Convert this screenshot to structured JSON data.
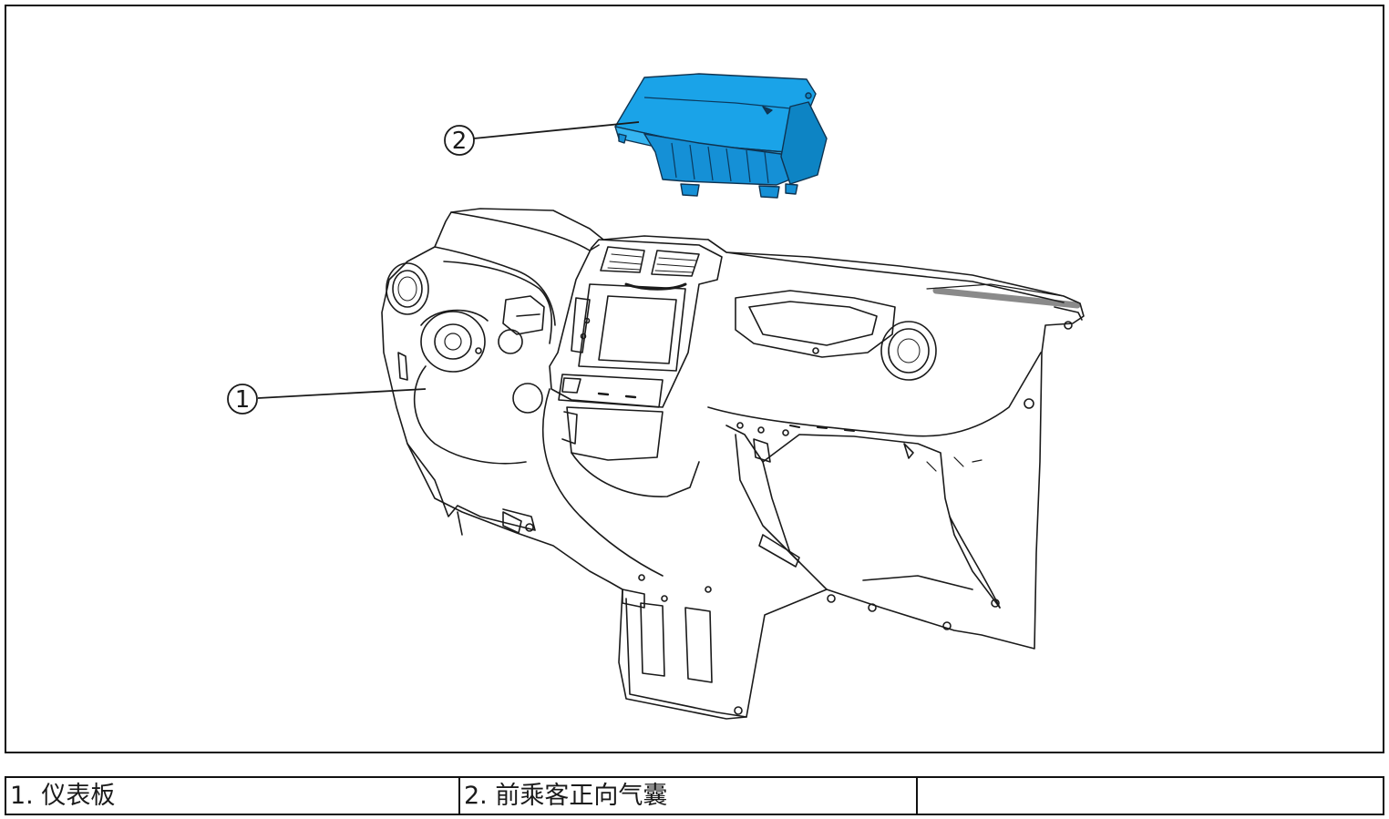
{
  "callouts": [
    {
      "number": "1",
      "part": "instrument-panel"
    },
    {
      "number": "2",
      "part": "passenger-airbag"
    }
  ],
  "legend": [
    {
      "text": "1. 仪表板"
    },
    {
      "text": "2. 前乘客正向气囊"
    },
    {
      "text": ""
    }
  ],
  "colors": {
    "highlight": "#1aa3e8",
    "highlight_dark": "#0d84c4",
    "line": "#1a1a1a",
    "frame": "#111111"
  }
}
